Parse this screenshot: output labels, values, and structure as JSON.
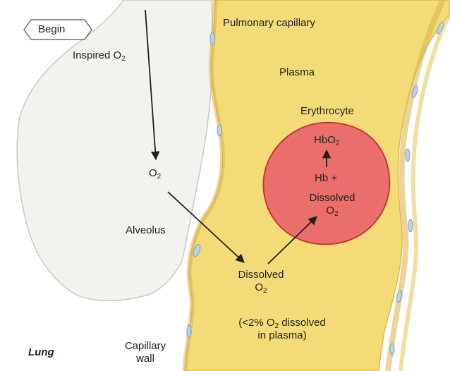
{
  "begin_label": "Begin",
  "inspired_o2": {
    "text": "Inspired O",
    "sub": "2"
  },
  "pulmonary_capillary": "Pulmonary capillary",
  "plasma": "Plasma",
  "erythrocyte": "Erythrocyte",
  "hbo2": {
    "text": "HbO",
    "sub": "2"
  },
  "o2_alveolar": {
    "text": "O",
    "sub": "2"
  },
  "hb_plus": "Hb +",
  "dissolved_rbc": {
    "line1": "Dissolved",
    "text": "O",
    "sub": "2"
  },
  "alveolus": "Alveolus",
  "dissolved_plasma": {
    "line1": "Dissolved",
    "text": "O",
    "sub": "2"
  },
  "note": {
    "open": "(<2% O",
    "sub": "2",
    "rest": " dissolved",
    "line2": "in plasma)"
  },
  "lung": "Lung",
  "capillary_wall": {
    "line1": "Capillary",
    "line2": "wall"
  },
  "colors": {
    "capillary_fill": "#f3dc78",
    "capillary_edge": "#e3b93c",
    "alveolus_fill": "#f2f2ee",
    "erythrocyte_fill": "#ea6f6b",
    "erythrocyte_edge": "#c8343a",
    "endothelial_cell": "#bcd5e6"
  }
}
